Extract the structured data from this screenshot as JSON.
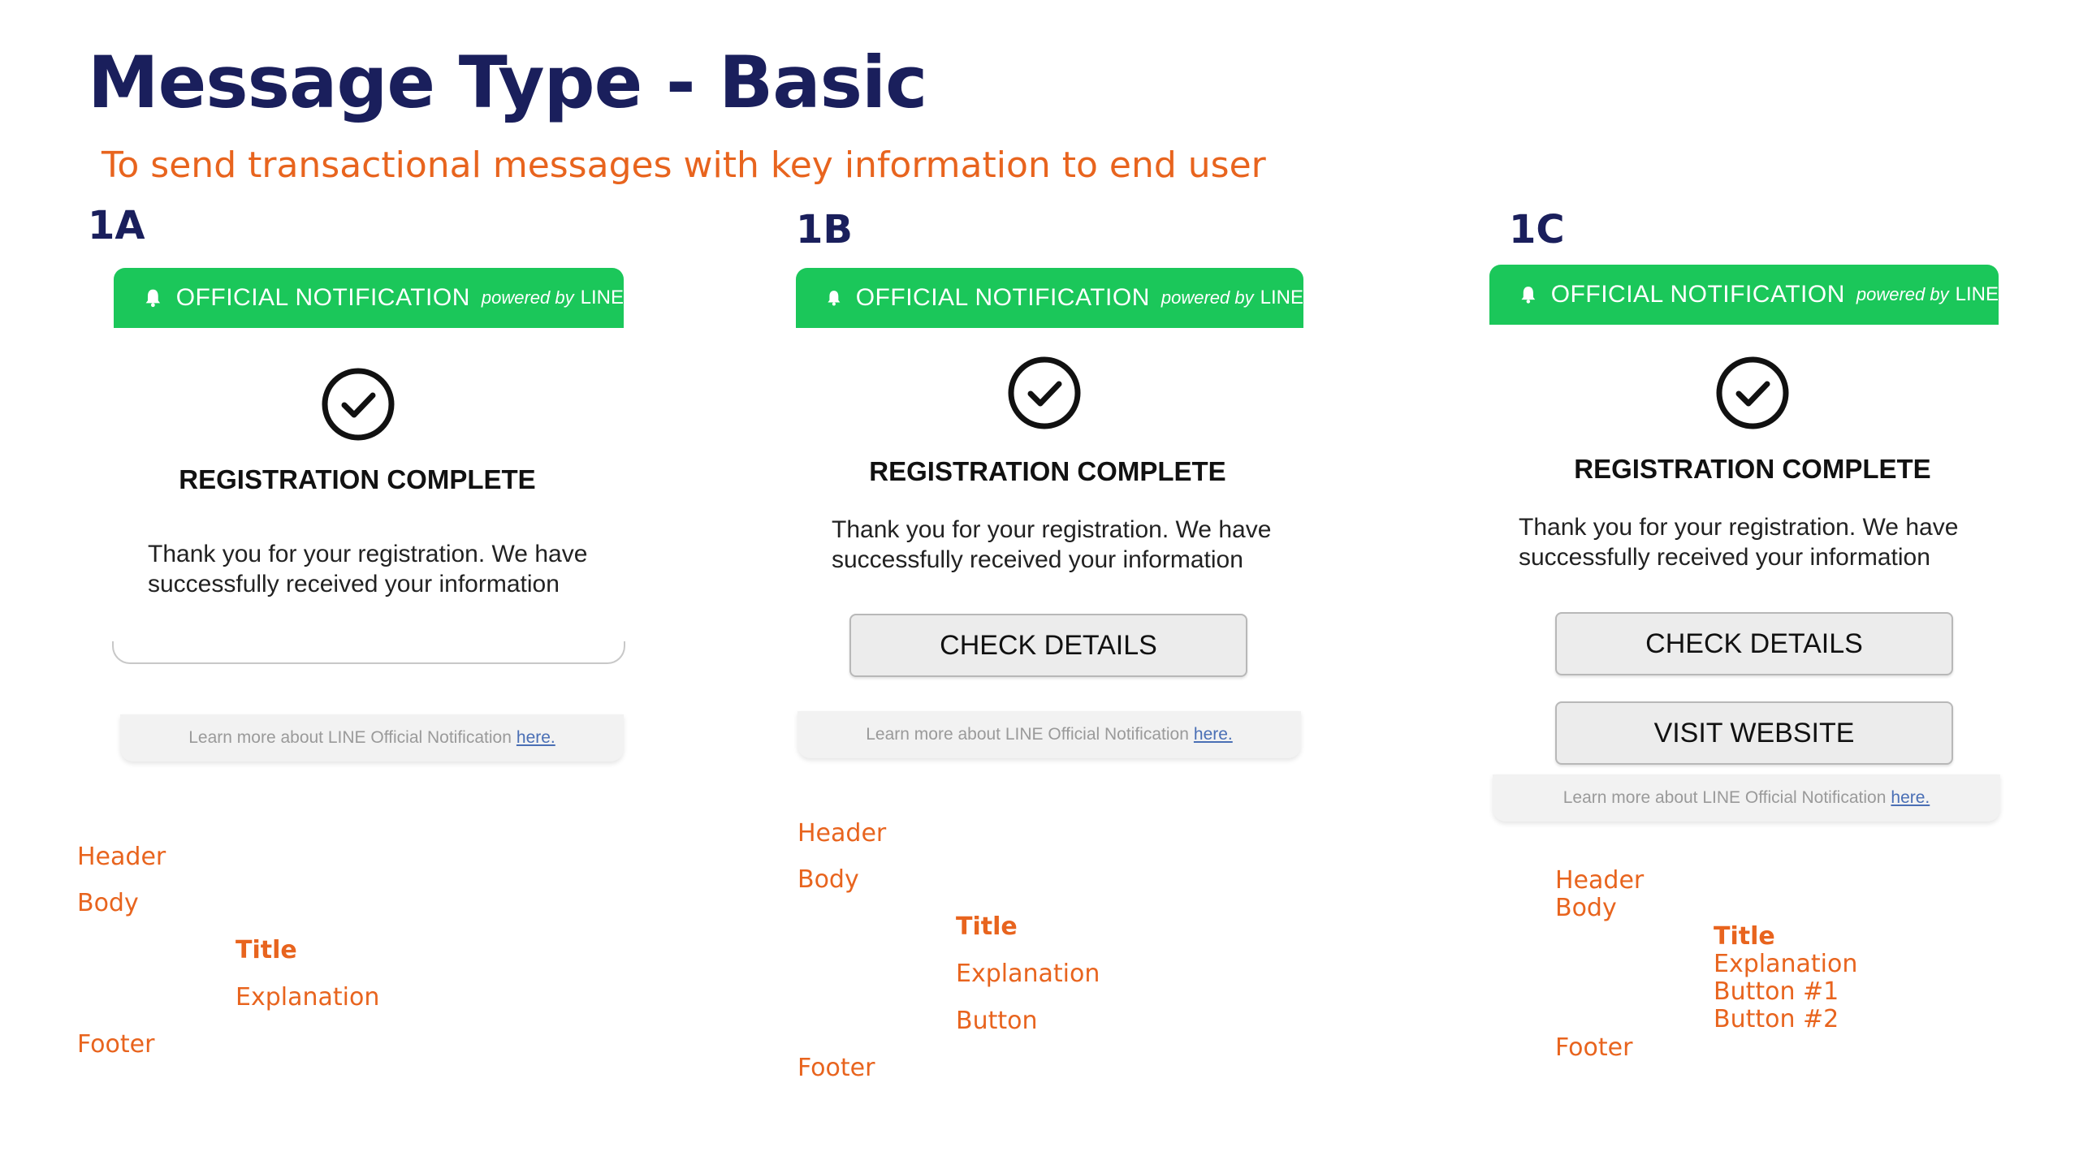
{
  "slide": {
    "title": "Message Type - Basic",
    "subtitle": "To send transactional messages with key information to end user"
  },
  "notification": {
    "header_main": "OFFICIAL NOTIFICATION",
    "header_powered": "powered by",
    "header_brand": "LINE",
    "reg_title": "REGISTRATION COMPLETE",
    "body_line1": "Thank you for your registration. We have",
    "body_line2": "successfully received your information",
    "footer_text": "Learn more about LINE Official Notification",
    "footer_link": "here."
  },
  "variants": [
    {
      "label": "1A",
      "notes": [
        "Header",
        "Body",
        "Title",
        "Explanation",
        "Footer"
      ]
    },
    {
      "label": "1B",
      "button1": "CHECK DETAILS",
      "notes": [
        "Header",
        "Body",
        "Title",
        "Explanation",
        "Button",
        "Footer"
      ]
    },
    {
      "label": "1C",
      "button1": "CHECK DETAILS",
      "button2": "VISIT WEBSITE",
      "notes": [
        "Header",
        "Body",
        "Title",
        "Explanation",
        "Button #1",
        "Button #2",
        "Footer"
      ]
    }
  ],
  "colors": {
    "title": "#1a1f5c",
    "accent": "#e8641e",
    "header_green": "#1bc75a"
  },
  "icons": [
    "bell-icon",
    "check-circle-icon"
  ]
}
